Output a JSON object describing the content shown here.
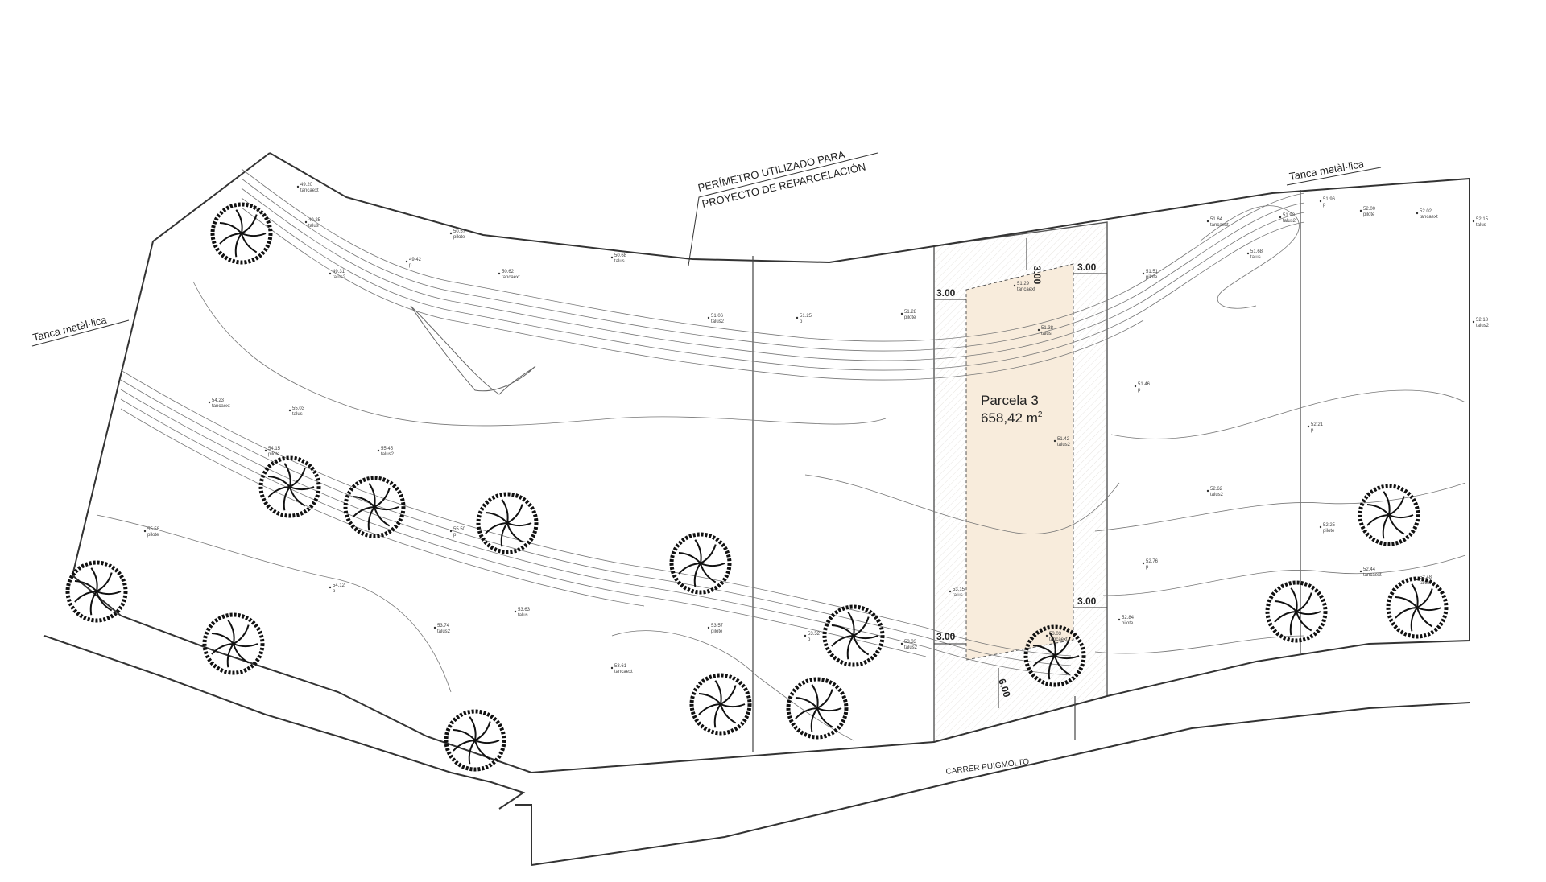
{
  "perimeter_label": {
    "line1": "PERÍMETRO UTILIZADO PARA",
    "line2": "PROYECTO DE REPARCELACIÓN"
  },
  "fence_labels": {
    "left": "Tanca metàl·lica",
    "right": "Tanca metàl·lica"
  },
  "parcel": {
    "name": "Parcela 3",
    "area": "658,42 m",
    "area_superscript": "2",
    "fill_color": "#f8ecdc"
  },
  "setbacks": {
    "top": "3.00",
    "top_right": "3.00",
    "left_top": "3.00",
    "right_bottom": "3.00",
    "left_bottom": "3.00",
    "bottom": "6.00"
  },
  "street_label": "CARRER PUIGMOLTO",
  "survey_points": [
    "49.20",
    "49.25",
    "49.31",
    "49.42",
    "50.57",
    "50.62",
    "50.68",
    "51.06",
    "51.25",
    "51.28",
    "51.29",
    "51.38",
    "51.42",
    "51.46",
    "51.51",
    "51.64",
    "51.68",
    "51.92",
    "51.96",
    "52.00",
    "52.02",
    "52.15",
    "52.18",
    "52.21",
    "52.25",
    "52.44",
    "52.48",
    "52.62",
    "52.76",
    "52.84",
    "53.03",
    "53.15",
    "53.33",
    "53.52",
    "53.57",
    "53.61",
    "53.63",
    "53.74",
    "54.12",
    "54.15",
    "54.23",
    "55.03",
    "55.45",
    "55.50",
    "55.58"
  ],
  "point_codes": [
    "tancaext",
    "talus",
    "talus2",
    "p",
    "pilote"
  ]
}
